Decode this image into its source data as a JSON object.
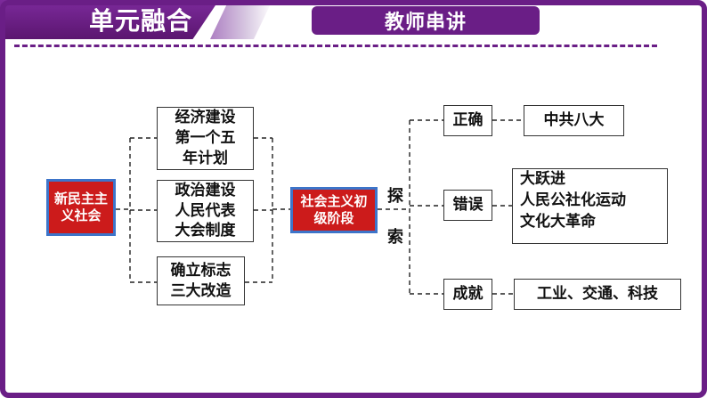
{
  "header": {
    "title": "单元融合",
    "section_tab": "教师串讲"
  },
  "diagram": {
    "left_node": "新民主主义社会",
    "middle_nodes": [
      "经济建设第一个五年计划",
      "政治建设人民代表大会制度",
      "确立标志三大改造"
    ],
    "center_node": "社会主义初级阶段",
    "explore_label": "探索",
    "branches": [
      {
        "label": "正确",
        "content": "中共八大"
      },
      {
        "label": "错误",
        "content_lines": [
          "大跃进",
          "人民公社化运动",
          "文化大革命"
        ]
      },
      {
        "label": "成就",
        "content": "工业、交通、科技"
      }
    ]
  },
  "colors": {
    "brand_purple": "#6a1e86",
    "node_red": "#cc1b1b",
    "node_border_blue": "#3d74c9"
  }
}
